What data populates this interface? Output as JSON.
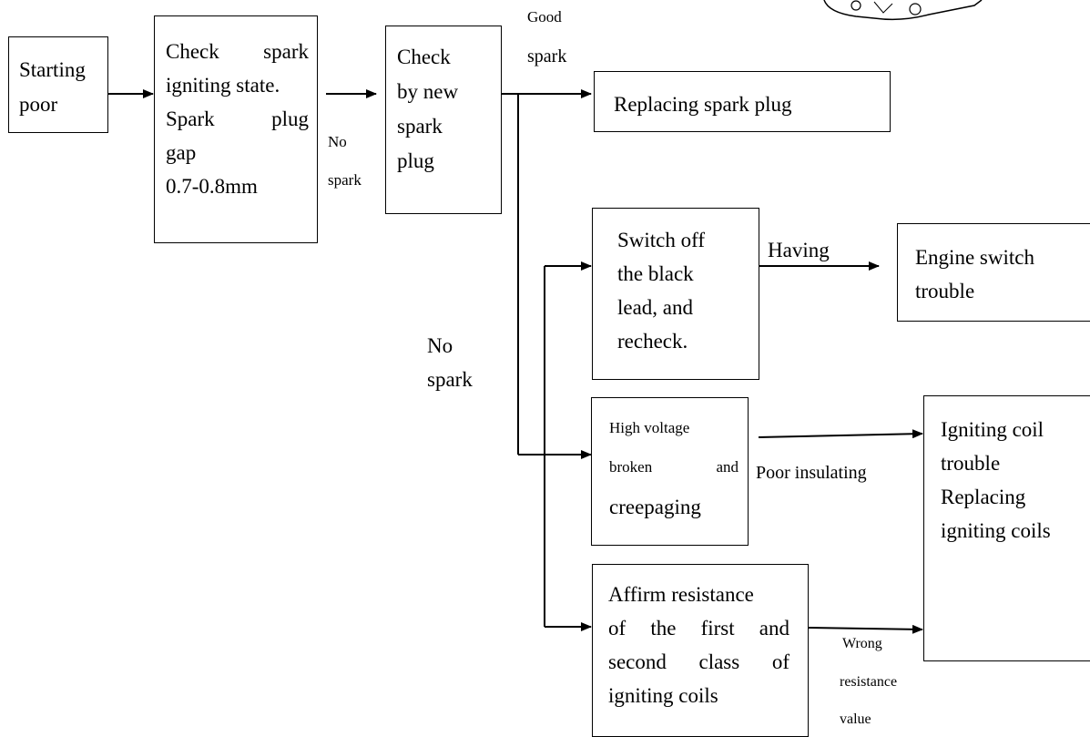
{
  "flowchart": {
    "start": {
      "line1": "Starting",
      "line2": "poor"
    },
    "check_spark": {
      "row1_a": "Check",
      "row1_b": "spark",
      "row2": "igniting state.",
      "row3_a": "Spark",
      "row3_b": "plug",
      "row4": "gap",
      "row5": "0.7-0.8mm"
    },
    "new_plug": {
      "line1": "Check",
      "line2": "by new",
      "line3": "spark",
      "line4": "plug"
    },
    "replace_plug": {
      "text": "Replacing spark plug"
    },
    "black_lead": {
      "line1": "Switch off",
      "line2": "the black",
      "line3": "lead, and",
      "line4": "recheck."
    },
    "engine_switch": {
      "line1": "Engine switch",
      "line2": "trouble"
    },
    "high_voltage": {
      "line1": "High voltage",
      "line2_a": "broken",
      "line2_b": "and",
      "line3": "creepaging"
    },
    "coil_trouble": {
      "line1": "Igniting coil",
      "line2": "trouble",
      "line3": "Replacing",
      "line4": "igniting coils"
    },
    "resistance": {
      "line1": "Affirm resistance",
      "line2_a": "of",
      "line2_b": "the",
      "line2_c": "first",
      "line2_d": "and",
      "line3_a": "second",
      "line3_b": "class",
      "line3_c": "of",
      "line4": "igniting coils"
    }
  },
  "labels": {
    "good_spark_1": "Good",
    "good_spark_2": "spark",
    "no_spark_1a": "No",
    "no_spark_1b": "spark",
    "no_spark_2a": "No",
    "no_spark_2b": "spark",
    "having": "Having",
    "poor_insulating": "Poor insulating",
    "wrong_1": "Wrong",
    "wrong_2": "resistance",
    "wrong_3": "value"
  }
}
